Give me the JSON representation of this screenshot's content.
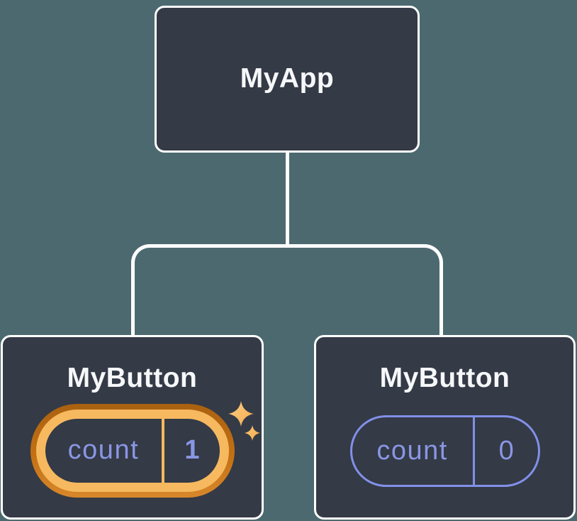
{
  "tree": {
    "root": {
      "label": "MyApp"
    },
    "children": [
      {
        "label": "MyButton",
        "state_key": "count",
        "state_value": "1",
        "highlighted": true,
        "decoration": "sparkle-icons"
      },
      {
        "label": "MyButton",
        "state_key": "count",
        "state_value": "0",
        "highlighted": false
      }
    ]
  },
  "colors": {
    "background": "#4C6970",
    "node_fill": "#343A46",
    "node_border": "#FFFFFF",
    "connector_line": "#FFFFFF",
    "title_text": "#F6F7F9",
    "state_text": "#8A96E4",
    "pill_border": "#8290E8",
    "highlight_gold": "#F7B95F",
    "highlight_orange_dark": "#A96110",
    "highlight_orange_light": "#D8872B",
    "sparkle_gold": "#F8BD63"
  }
}
